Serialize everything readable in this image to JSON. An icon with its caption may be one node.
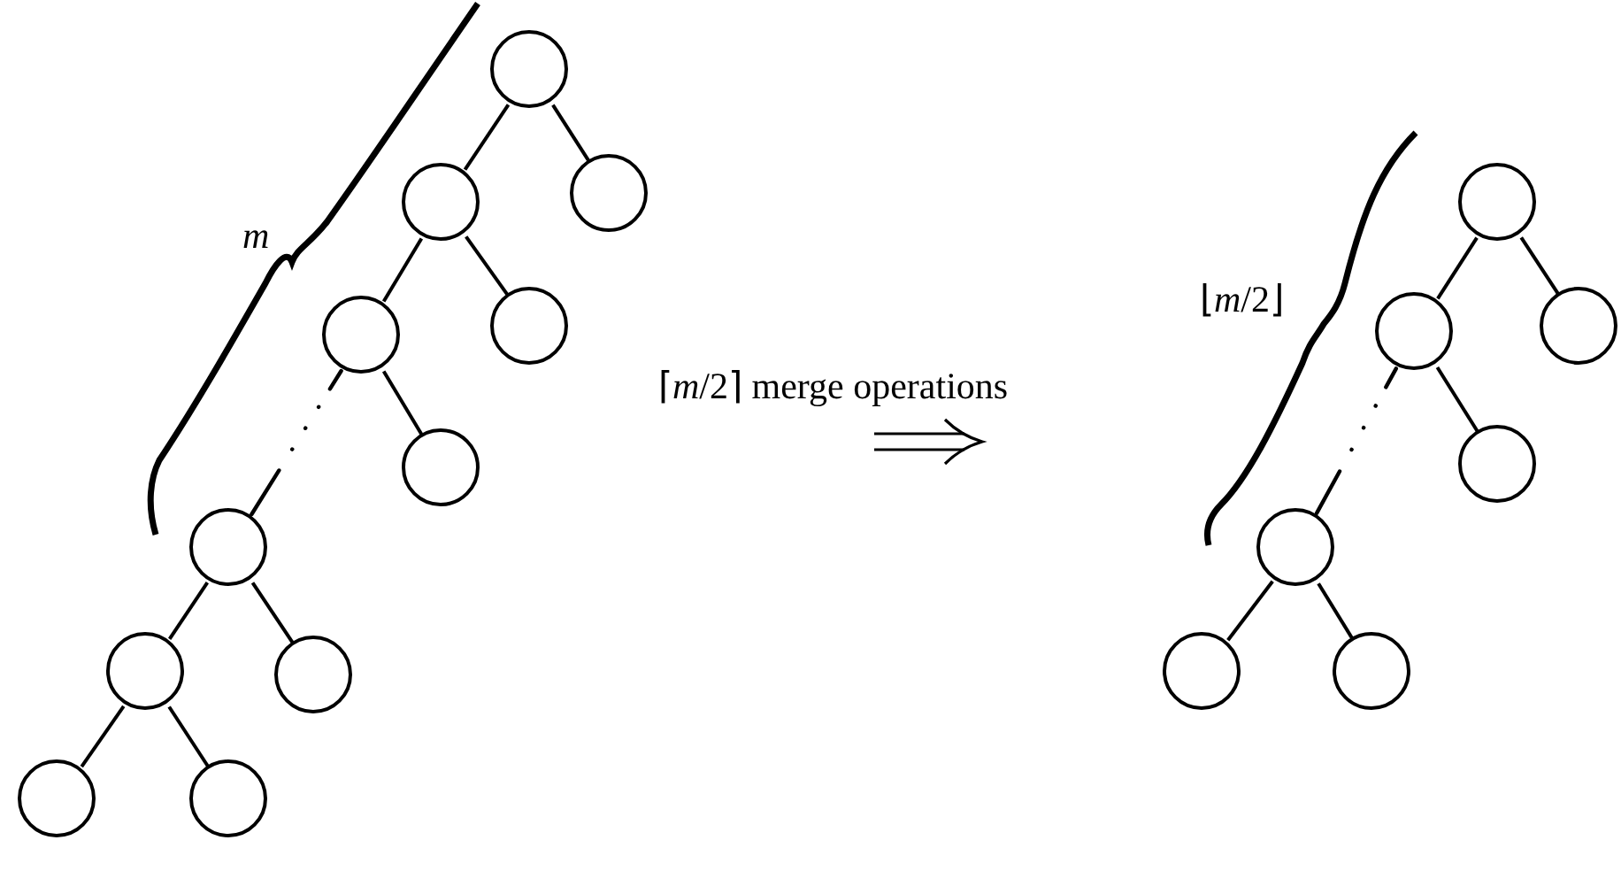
{
  "diagram": {
    "nodes": [
      {
        "text": [],
        "shape": "circle"
      },
      {
        "text": [],
        "shape": "circle"
      },
      {
        "text": [],
        "shape": "circle"
      },
      {
        "text": [],
        "shape": "circle"
      },
      {
        "text": [],
        "shape": "circle"
      },
      {
        "text": [],
        "shape": "circle"
      },
      {
        "text": [],
        "shape": "circle"
      },
      {
        "text": [],
        "shape": "circle"
      },
      {
        "text": [],
        "shape": "circle"
      },
      {
        "text": [],
        "shape": "circle"
      },
      {
        "text": [],
        "shape": "circle"
      },
      {
        "text": [],
        "shape": "circle"
      },
      {
        "text": [],
        "shape": "circle"
      },
      {
        "text": [],
        "shape": "circle"
      },
      {
        "text": [],
        "shape": "circle"
      },
      {
        "text": [],
        "shape": "circle"
      },
      {
        "text": [],
        "shape": "circle"
      },
      {
        "text": [],
        "shape": "circle"
      }
    ],
    "edges": [
      {
        "from": 0,
        "to": 2,
        "arrow": "none"
      },
      {
        "from": 0,
        "to": 1,
        "arrow": "none"
      },
      {
        "from": 2,
        "to": 4,
        "arrow": "none"
      },
      {
        "from": 2,
        "to": 3,
        "arrow": "none"
      },
      {
        "from": 4,
        "to": 5,
        "arrow": "none"
      },
      {
        "from": 4,
        "to": 6,
        "arrow": "none",
        "style": "dashed"
      },
      {
        "from": 6,
        "to": 8,
        "arrow": "none"
      },
      {
        "from": 6,
        "to": 7,
        "arrow": "none"
      },
      {
        "from": 8,
        "to": 10,
        "arrow": "none"
      },
      {
        "from": 8,
        "to": 9,
        "arrow": "none"
      },
      {
        "from": 11,
        "to": 13,
        "arrow": "none"
      },
      {
        "from": 11,
        "to": 12,
        "arrow": "none"
      },
      {
        "from": 13,
        "to": 14,
        "arrow": "none"
      },
      {
        "from": 13,
        "to": 15,
        "arrow": "none",
        "style": "dashed"
      },
      {
        "from": 15,
        "to": 17,
        "arrow": "none"
      },
      {
        "from": 15,
        "to": 16,
        "arrow": "none"
      }
    ],
    "labels": [
      "m",
      "⌈*m*/2⌉ merge operations",
      "⌊*m*/2⌋"
    ]
  }
}
